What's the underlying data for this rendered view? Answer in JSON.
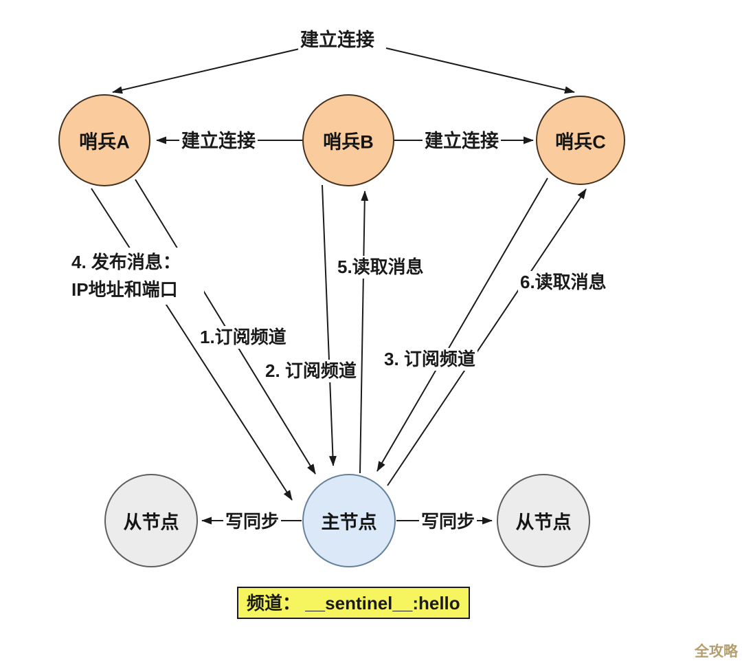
{
  "diagram": {
    "top_label": "建立连接",
    "nodes": {
      "sentinel_a": "哨兵A",
      "sentinel_b": "哨兵B",
      "sentinel_c": "哨兵C",
      "master": "主节点",
      "slave_left": "从节点",
      "slave_right": "从节点"
    },
    "edges": {
      "connect_ab": "建立连接",
      "connect_bc": "建立连接",
      "publish_line1": "4. 发布消息：",
      "publish_line2": "IP地址和端口",
      "subscribe_1": "1.订阅频道",
      "subscribe_2": "2. 订阅频道",
      "subscribe_3": "3. 订阅频道",
      "read_5": "5.读取消息",
      "read_6": "6.读取消息",
      "sync_left": "写同步",
      "sync_right": "写同步"
    },
    "channel_box_text": "频道： __sentinel__:hello",
    "watermark": "全攻略"
  },
  "colors": {
    "sentinel_fill": "#F9CB9D",
    "sentinel_stroke": "#46331F",
    "master_fill": "#DAE8F7",
    "master_stroke": "#66819B",
    "slave_fill": "#ECECEC",
    "slave_stroke": "#5E5E5E",
    "line_color": "#1a1a1a",
    "channel_box_fill": "#F6F55F",
    "watermark_color": "#B59E6F"
  }
}
